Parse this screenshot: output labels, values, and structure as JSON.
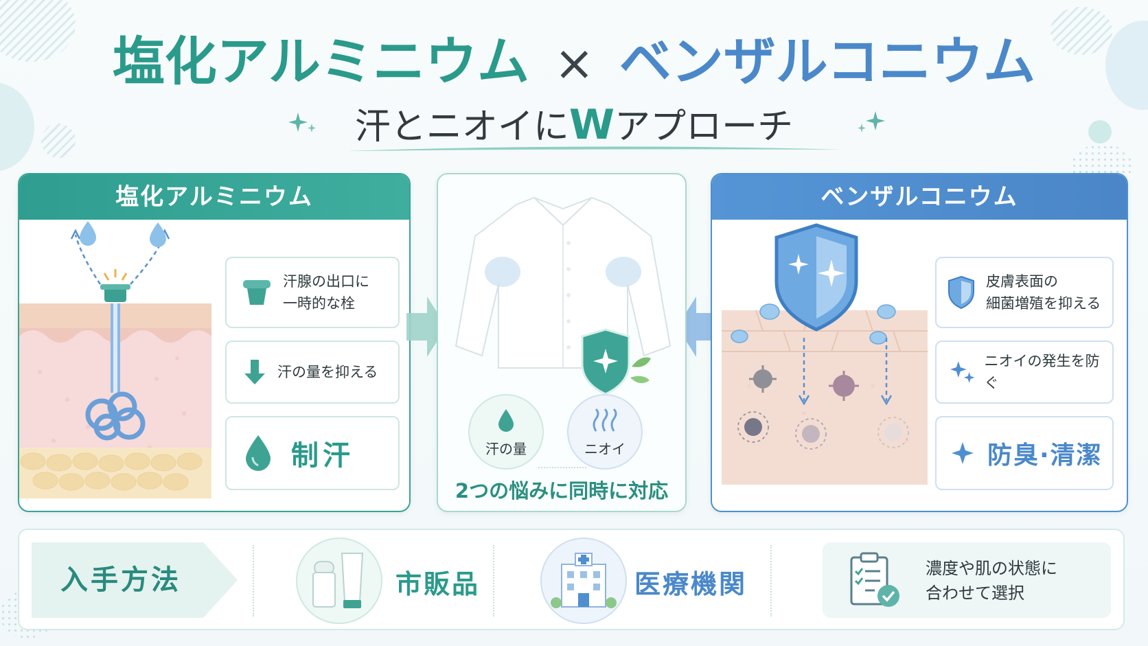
{
  "title": {
    "left": "塩化アルミニウム",
    "times": "×",
    "right": "ベンザルコニウム",
    "subtitle_pre": "汗とニオイに",
    "subtitle_w": "W",
    "subtitle_post": "アプローチ"
  },
  "left_panel": {
    "header": "塩化アルミニウム",
    "cards": [
      {
        "line1": "汗腺の出口に",
        "line2": "一時的な栓"
      },
      {
        "text": "汗の量を抑える"
      },
      {
        "big": "制汗"
      }
    ]
  },
  "middle_panel": {
    "badge_sweat": "汗の量",
    "badge_odor": "ニオイ",
    "caption": "2つの悩みに同時に対応"
  },
  "right_panel": {
    "header": "ベンザルコニウム",
    "cards": [
      {
        "line1": "皮膚表面の",
        "line2": "細菌増殖を抑える"
      },
      {
        "text": "ニオイの発生を防ぐ"
      },
      {
        "big": "防臭·清潔"
      }
    ]
  },
  "bottom": {
    "label": "入手方法",
    "route1": "市販品",
    "route2": "医療機関",
    "note_line1": "濃度や肌の状態に",
    "note_line2": "合わせて選択"
  },
  "colors": {
    "green": "#2a9a8b",
    "blue": "#4a88c9",
    "text": "#2c3e44"
  },
  "icons": [
    "sparkle-icon",
    "water-drop-icon",
    "arrow-down-icon",
    "shield-icon",
    "shirt-icon",
    "odor-waves-icon",
    "bacteria-icon",
    "deodorant-icon",
    "hospital-icon",
    "checklist-icon"
  ]
}
